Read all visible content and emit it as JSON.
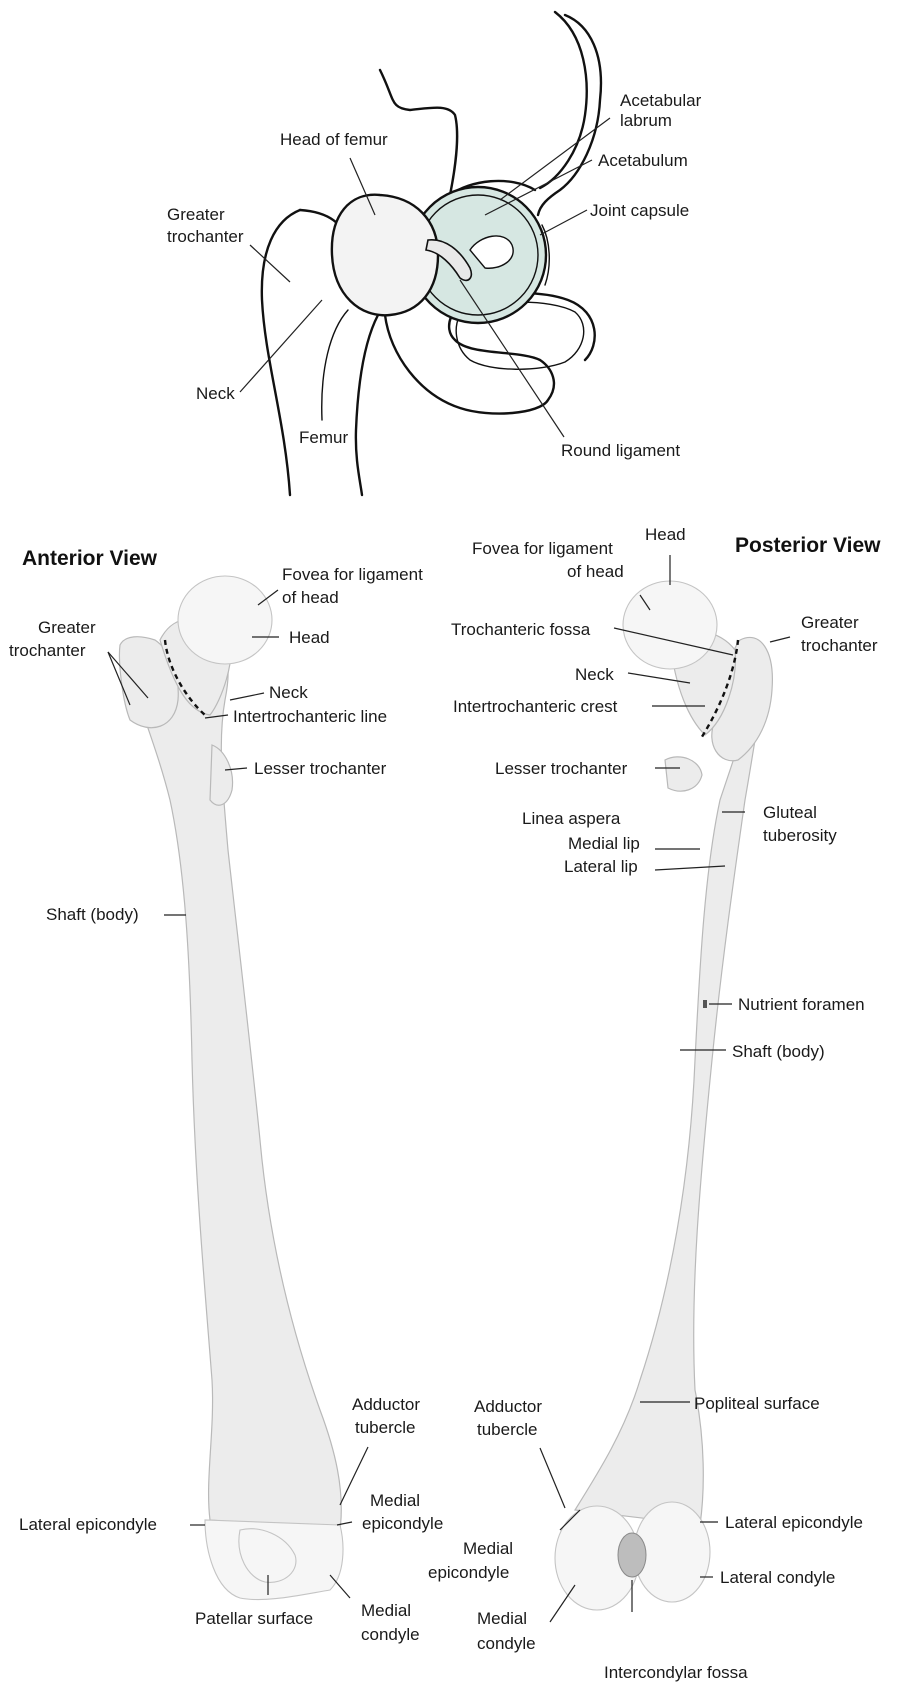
{
  "hip": {
    "labels": {
      "acetabular_labrum_1": "Acetabular",
      "acetabular_labrum_2": "labrum",
      "head_of_femur": "Head of femur",
      "acetabulum": "Acetabulum",
      "joint_capsule": "Joint capsule",
      "greater_trochanter_1": "Greater",
      "greater_trochanter_2": "trochanter",
      "neck": "Neck",
      "femur": "Femur",
      "round_ligament": "Round ligament"
    },
    "colors": {
      "acetabulum_fill": "#d6e7e2"
    }
  },
  "anterior": {
    "title": "Anterior View",
    "labels": {
      "fovea_1": "Fovea for ligament",
      "fovea_2": "of head",
      "head": "Head",
      "greater_trochanter_1": "Greater",
      "greater_trochanter_2": "trochanter",
      "neck": "Neck",
      "intertrochanteric_line": "Intertrochanteric line",
      "lesser_trochanter": "Lesser trochanter",
      "shaft": "Shaft (body)",
      "adductor_tubercle_1": "Adductor",
      "adductor_tubercle_2": "tubercle",
      "medial_epicondyle_1": "Medial",
      "medial_epicondyle_2": "epicondyle",
      "lateral_epicondyle": "Lateral epicondyle",
      "patellar_surface": "Patellar surface",
      "medial_condyle_1": "Medial",
      "medial_condyle_2": "condyle"
    }
  },
  "posterior": {
    "title": "Posterior View",
    "labels": {
      "head": "Head",
      "fovea_1": "Fovea for ligament",
      "fovea_2": "of head",
      "trochanteric_fossa": "Trochanteric fossa",
      "greater_trochanter_1": "Greater",
      "greater_trochanter_2": "trochanter",
      "neck": "Neck",
      "intertrochanteric_crest": "Intertrochanteric crest",
      "lesser_trochanter": "Lesser trochanter",
      "linea_aspera": "Linea aspera",
      "medial_lip": "Medial lip",
      "lateral_lip": "Lateral lip",
      "gluteal_tuberosity_1": "Gluteal",
      "gluteal_tuberosity_2": "tuberosity",
      "nutrient_foramen": "Nutrient foramen",
      "shaft": "Shaft (body)",
      "adductor_tubercle_1": "Adductor",
      "adductor_tubercle_2": "tubercle",
      "popliteal_surface": "Popliteal surface",
      "lateral_epicondyle": "Lateral epicondyle",
      "medial_epicondyle_1": "Medial",
      "medial_epicondyle_2": "epicondyle",
      "lateral_condyle": "Lateral condyle",
      "medial_condyle_1": "Medial",
      "medial_condyle_2": "condyle",
      "intercondylar_fossa": "Intercondylar fossa"
    }
  }
}
